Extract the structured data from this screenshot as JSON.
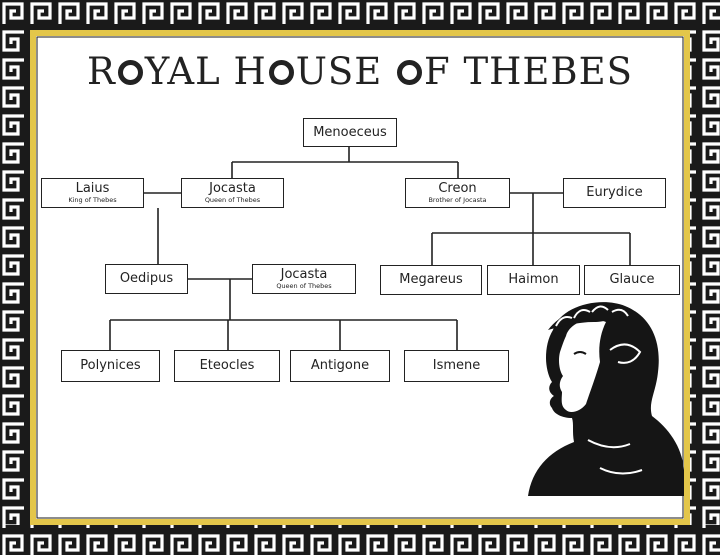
{
  "title": {
    "before_o1": "R",
    "after_o1": "YAL H",
    "after_o2": "USE ",
    "after_o3": "F THEBES"
  },
  "colors": {
    "border_dark": "#1a1a1a",
    "border_gold": "#e3c64a",
    "ink": "#222222"
  },
  "people": {
    "menoeceus": {
      "name": "Menoeceus"
    },
    "laius": {
      "name": "Laius",
      "title": "King of Thebes"
    },
    "jocasta1": {
      "name": "Jocasta",
      "title": "Queen of Thebes"
    },
    "creon": {
      "name": "Creon",
      "title": "Brother of Jocasta"
    },
    "eurydice": {
      "name": "Eurydice"
    },
    "oedipus": {
      "name": "Oedipus"
    },
    "jocasta2": {
      "name": "Jocasta",
      "title": "Queen of Thebes"
    },
    "megareus": {
      "name": "Megareus"
    },
    "haimon": {
      "name": "Haimon"
    },
    "glauce": {
      "name": "Glauce"
    },
    "polynices": {
      "name": "Polynices"
    },
    "eteocles": {
      "name": "Eteocles"
    },
    "antigone": {
      "name": "Antigone"
    },
    "ismene": {
      "name": "Ismene"
    }
  },
  "portrait_icon": "laurel-crowned-profile-portrait"
}
